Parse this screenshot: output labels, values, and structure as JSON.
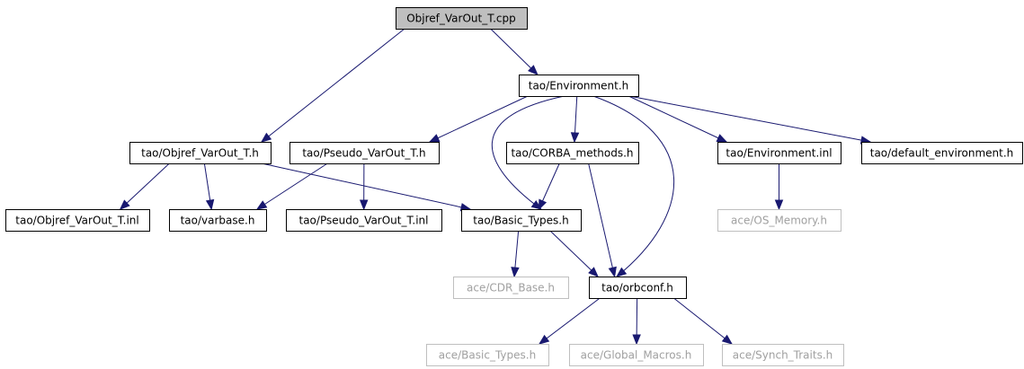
{
  "graph": {
    "nodes": [
      {
        "id": "root",
        "label": "Objref_VarOut_T.cpp",
        "style": "root"
      },
      {
        "id": "env",
        "label": "tao/Environment.h",
        "style": "normal"
      },
      {
        "id": "objh",
        "label": "tao/Objref_VarOut_T.h",
        "style": "normal"
      },
      {
        "id": "pseudoh",
        "label": "tao/Pseudo_VarOut_T.h",
        "style": "normal"
      },
      {
        "id": "corba",
        "label": "tao/CORBA_methods.h",
        "style": "normal"
      },
      {
        "id": "envinl",
        "label": "tao/Environment.inl",
        "style": "normal"
      },
      {
        "id": "defenv",
        "label": "tao/default_environment.h",
        "style": "normal"
      },
      {
        "id": "objinl",
        "label": "tao/Objref_VarOut_T.inl",
        "style": "normal"
      },
      {
        "id": "varbase",
        "label": "tao/varbase.h",
        "style": "normal"
      },
      {
        "id": "pseudoinl",
        "label": "tao/Pseudo_VarOut_T.inl",
        "style": "normal"
      },
      {
        "id": "basictypes",
        "label": "tao/Basic_Types.h",
        "style": "normal"
      },
      {
        "id": "osmem",
        "label": "ace/OS_Memory.h",
        "style": "faded"
      },
      {
        "id": "cdr",
        "label": "ace/CDR_Base.h",
        "style": "faded"
      },
      {
        "id": "orbconf",
        "label": "tao/orbconf.h",
        "style": "normal"
      },
      {
        "id": "acebasic",
        "label": "ace/Basic_Types.h",
        "style": "faded"
      },
      {
        "id": "globalmacros",
        "label": "ace/Global_Macros.h",
        "style": "faded"
      },
      {
        "id": "synch",
        "label": "ace/Synch_Traits.h",
        "style": "faded"
      }
    ],
    "edges": [
      {
        "from": "root",
        "to": "env"
      },
      {
        "from": "root",
        "to": "objh"
      },
      {
        "from": "env",
        "to": "pseudoh"
      },
      {
        "from": "env",
        "to": "basictypes"
      },
      {
        "from": "env",
        "to": "corba"
      },
      {
        "from": "env",
        "to": "orbconf"
      },
      {
        "from": "env",
        "to": "envinl"
      },
      {
        "from": "env",
        "to": "defenv"
      },
      {
        "from": "objh",
        "to": "objinl"
      },
      {
        "from": "objh",
        "to": "varbase"
      },
      {
        "from": "objh",
        "to": "basictypes"
      },
      {
        "from": "pseudoh",
        "to": "varbase"
      },
      {
        "from": "pseudoh",
        "to": "pseudoinl"
      },
      {
        "from": "corba",
        "to": "basictypes"
      },
      {
        "from": "corba",
        "to": "orbconf"
      },
      {
        "from": "envinl",
        "to": "osmem"
      },
      {
        "from": "basictypes",
        "to": "cdr"
      },
      {
        "from": "basictypes",
        "to": "orbconf"
      },
      {
        "from": "orbconf",
        "to": "acebasic"
      },
      {
        "from": "orbconf",
        "to": "globalmacros"
      },
      {
        "from": "orbconf",
        "to": "synch"
      }
    ]
  },
  "colors": {
    "edge": "#191970",
    "root_fill": "#bfbfbf",
    "node_fill": "#ffffff",
    "node_border": "#000000",
    "faded_border": "#bfbfbf",
    "faded_text": "#a0a0a0",
    "text": "#000000"
  }
}
